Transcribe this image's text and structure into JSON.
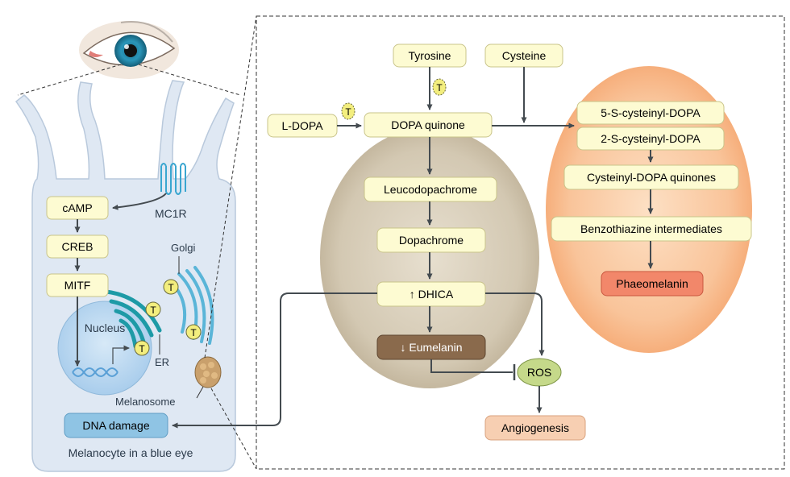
{
  "cell": {
    "camp": "cAMP",
    "creb": "CREB",
    "mitf": "MITF",
    "mc1r": "MC1R",
    "golgi": "Golgi",
    "nucleus": "Nucleus",
    "er": "ER",
    "melanosome": "Melanosome",
    "dna_damage": "DNA damage",
    "caption": "Melanocyte in a blue eye",
    "t_label": "T"
  },
  "pathway": {
    "tyrosine": "Tyrosine",
    "cysteine": "Cysteine",
    "ldopa": "L-DOPA",
    "dopa_quinone": "DOPA quinone",
    "leucodopachrome": "Leucodopachrome",
    "dopachrome": "Dopachrome",
    "dhica": "↑ DHICA",
    "eumelanin": "↓ Eumelanin",
    "ros": "ROS",
    "angiogenesis": "Angiogenesis",
    "s5_cysteinyl": "5-S-cysteinyl-DOPA",
    "s2_cysteinyl": "2-S-cysteinyl-DOPA",
    "cysteinyl_quinones": "Cysteinyl-DOPA quinones",
    "benzothiazine": "Benzothiazine intermediates",
    "phaeomelanin": "Phaeomelanin"
  },
  "colors": {
    "box_fill": "#fdfbd2",
    "box_stroke": "#c9c48a",
    "eumelanin_fill": "#8a6a4c",
    "phaeomelanin_fill": "#f2876a",
    "angiogenesis_fill": "#f7cfb2",
    "ros_fill": "#c5d98a",
    "t_fill": "#f3ee7e",
    "dna_damage_fill": "#8fc4e4",
    "cell_fill": "#dfe8f3",
    "eumelanin_ellipse": "#cbbfa8",
    "phaeomelanin_ellipse": "#f7b584",
    "arrow": "#444b50"
  }
}
